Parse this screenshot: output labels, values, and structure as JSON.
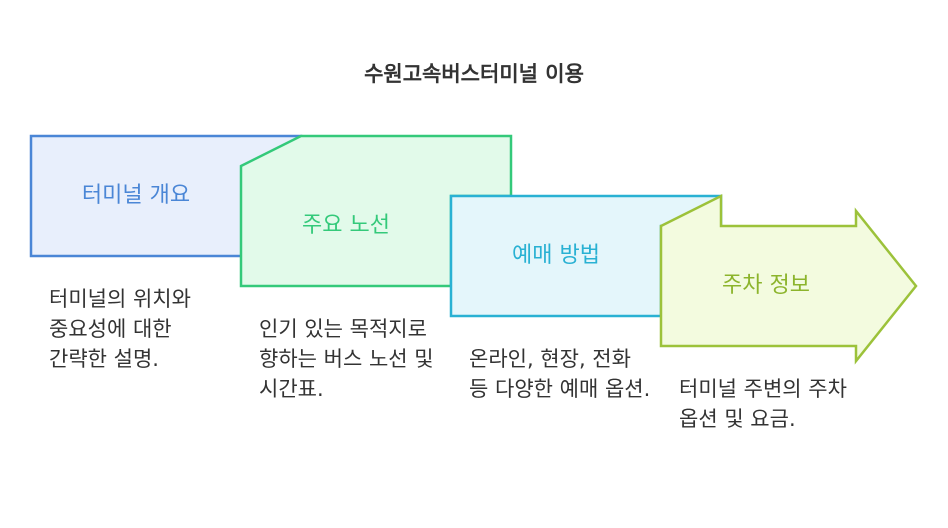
{
  "title": "수원고속버스터미널 이용",
  "steps": [
    {
      "label": "터미널 개요",
      "description": "터미널의 위치와 중요성에 대한 간략한 설명.",
      "fill": "#e8effc",
      "stroke": "#4a86d6",
      "text_color": "#4a86d6"
    },
    {
      "label": "주요 노선",
      "description": "인기 있는 목적지로 향하는 버스 노선 및 시간표.",
      "fill": "#e2faea",
      "stroke": "#34c97a",
      "text_color": "#34c97a"
    },
    {
      "label": "예매 방법",
      "description": "온라인, 현장, 전화 등 다양한 예매 옵션.",
      "fill": "#e4f6fb",
      "stroke": "#29b1d3",
      "text_color": "#29b1d3"
    },
    {
      "label": "주차 정보",
      "description": "터미널 주변의 주차 옵션 및 요금.",
      "fill": "#f3fbdf",
      "stroke": "#9cc23a",
      "text_color": "#8cb42c"
    }
  ]
}
